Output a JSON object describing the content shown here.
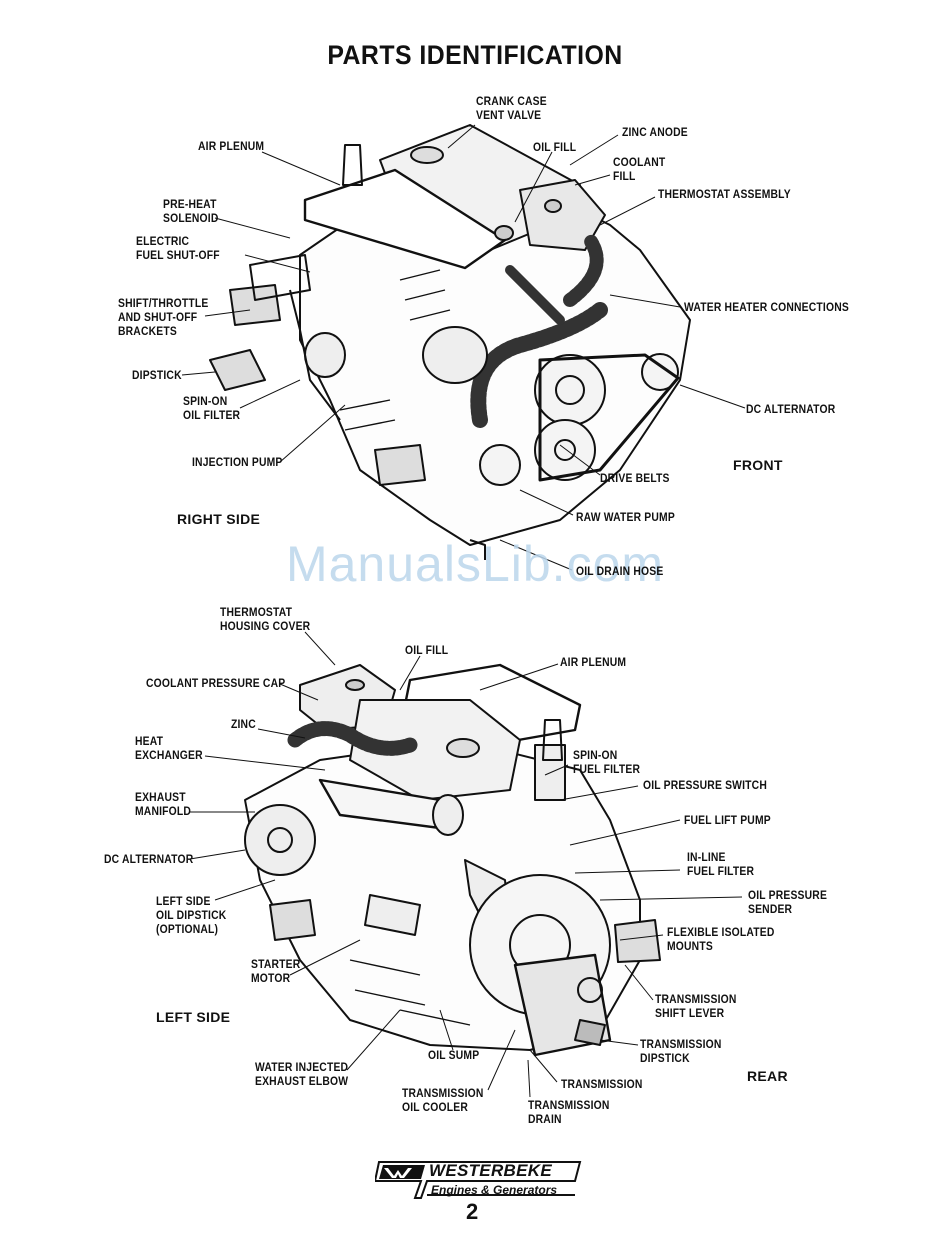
{
  "document": {
    "title": "PARTS IDENTIFICATION",
    "page_number": "2",
    "watermark": "ManualsLib.com"
  },
  "logo": {
    "brand": "WESTERBEKE",
    "tagline": "Engines & Generators"
  },
  "top_view": {
    "side_label": "RIGHT SIDE",
    "front_label": "FRONT",
    "callouts": {
      "crank_case_vent_valve": "CRANK CASE\nVENT VALVE",
      "air_plenum": "AIR PLENUM",
      "oil_fill": "OIL FILL",
      "zinc_anode": "ZINC ANODE",
      "coolant_fill": "COOLANT\nFILL",
      "thermostat_assembly": "THERMOSTAT ASSEMBLY",
      "pre_heat_solenoid": "PRE-HEAT\nSOLENOID",
      "electric_fuel_shutoff": "ELECTRIC\nFUEL SHUT-OFF",
      "shift_throttle_brackets": "SHIFT/THROTTLE\nAND SHUT-OFF\nBRACKETS",
      "water_heater_connections": "WATER HEATER CONNECTIONS",
      "dipstick": "DIPSTICK",
      "spin_on_oil_filter": "SPIN-ON\nOIL FILTER",
      "dc_alternator": "DC ALTERNATOR",
      "injection_pump": "INJECTION PUMP",
      "drive_belts": "DRIVE BELTS",
      "raw_water_pump": "RAW WATER PUMP",
      "oil_drain_hose": "OIL DRAIN HOSE"
    }
  },
  "bottom_view": {
    "side_label": "LEFT SIDE",
    "rear_label": "REAR",
    "callouts": {
      "thermostat_housing_cover": "THERMOSTAT\nHOUSING COVER",
      "oil_fill": "OIL FILL",
      "air_plenum": "AIR PLENUM",
      "coolant_pressure_cap": "COOLANT PRESSURE CAP",
      "zinc": "ZINC",
      "heat_exchanger": "HEAT\nEXCHANGER",
      "spin_on_fuel_filter": "SPIN-ON\nFUEL FILTER",
      "oil_pressure_switch": "OIL PRESSURE SWITCH",
      "exhaust_manifold": "EXHAUST\nMANIFOLD",
      "fuel_lift_pump": "FUEL LIFT PUMP",
      "dc_alternator": "DC ALTERNATOR",
      "in_line_fuel_filter": "IN-LINE\nFUEL FILTER",
      "left_side_oil_dipstick": "LEFT SIDE\nOIL DIPSTICK\n(OPTIONAL)",
      "oil_pressure_sender": "OIL PRESSURE\nSENDER",
      "flexible_isolated_mounts": "FLEXIBLE ISOLATED\nMOUNTS",
      "starter_motor": "STARTER\nMOTOR",
      "transmission_shift_lever": "TRANSMISSION\nSHIFT LEVER",
      "transmission_dipstick": "TRANSMISSION\nDIPSTICK",
      "water_injected_exhaust_elbow": "WATER INJECTED\nEXHAUST ELBOW",
      "oil_sump": "OIL SUMP",
      "transmission": "TRANSMISSION",
      "transmission_oil_cooler": "TRANSMISSION\nOIL COOLER",
      "transmission_drain": "TRANSMISSION\nDRAIN"
    }
  }
}
